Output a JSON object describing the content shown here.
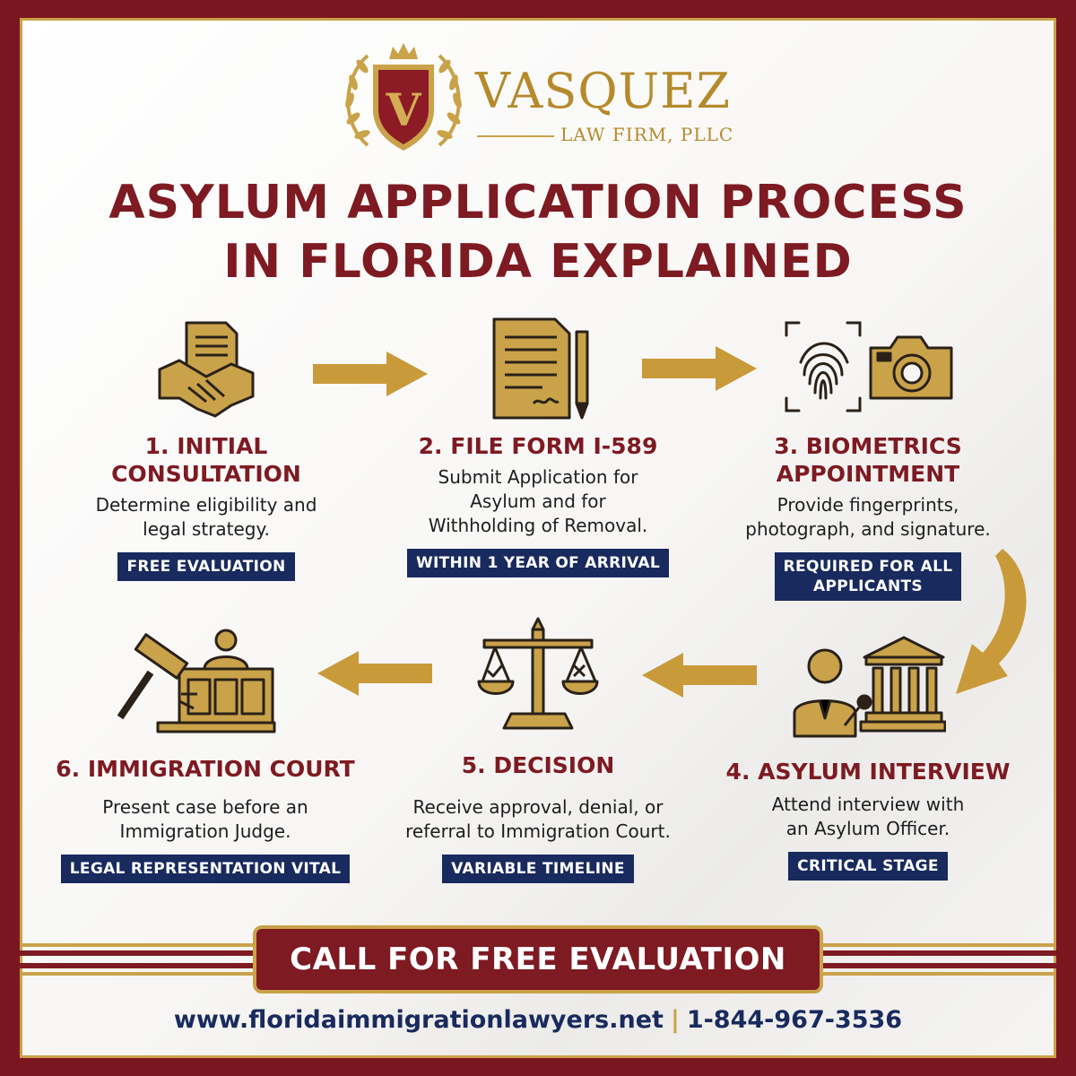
{
  "brand": {
    "name": "VASQUEZ",
    "subtitle": "LAW FIRM, PLLC",
    "logo_letter": "V"
  },
  "title": {
    "line1": "ASYLUM APPLICATION PROCESS",
    "line2": "IN FLORIDA EXPLAINED"
  },
  "steps": [
    {
      "title_line1": "1. INITIAL",
      "title_line2": "CONSULTATION",
      "desc_line1": "Determine eligibility and",
      "desc_line2": "legal strategy.",
      "badge_line1": "FREE EVALUATION",
      "badge_line2": "",
      "icon": "handshake-document-icon"
    },
    {
      "title_line1": "2. FILE FORM I-589",
      "title_line2": "",
      "desc_line1": "Submit Application for",
      "desc_line2": "Asylum and for",
      "desc_line3": "Withholding of Removal.",
      "badge_line1": "WITHIN 1 YEAR OF ARRIVAL",
      "badge_line2": "",
      "icon": "form-pen-icon"
    },
    {
      "title_line1": "3. BIOMETRICS",
      "title_line2": "APPOINTMENT",
      "desc_line1": "Provide fingerprints,",
      "desc_line2": "photograph, and signature.",
      "badge_line1": "REQUIRED FOR ALL",
      "badge_line2": "APPLICANTS",
      "icon": "fingerprint-camera-icon"
    },
    {
      "title_line1": "4. ASYLUM INTERVIEW",
      "title_line2": "",
      "desc_line1": "Attend interview with",
      "desc_line2": "an Asylum Officer.",
      "badge_line1": "CRITICAL STAGE",
      "badge_line2": "",
      "icon": "officer-courthouse-icon"
    },
    {
      "title_line1": "5. DECISION",
      "title_line2": "",
      "desc_line1": "Receive approval, denial, or",
      "desc_line2": "referral to Immigration Court.",
      "badge_line1": "VARIABLE TIMELINE",
      "badge_line2": "",
      "icon": "scales-icon"
    },
    {
      "title_line1": "6. IMMIGRATION COURT",
      "title_line2": "",
      "desc_line1": "Present case before an",
      "desc_line2": "Immigration Judge.",
      "badge_line1": "LEGAL REPRESENTATION VITAL",
      "badge_line2": "",
      "icon": "judge-gavel-icon"
    }
  ],
  "cta": {
    "label": "CALL FOR FREE EVALUATION"
  },
  "contact": {
    "website": "www.floridaimmigrationlawyers.net",
    "separator": "|",
    "phone": "1-844-967-3536"
  },
  "colors": {
    "maroon": "#7e1a22",
    "gold": "#c9a24a",
    "navy": "#182a5e",
    "background": "#f7f6f4"
  }
}
